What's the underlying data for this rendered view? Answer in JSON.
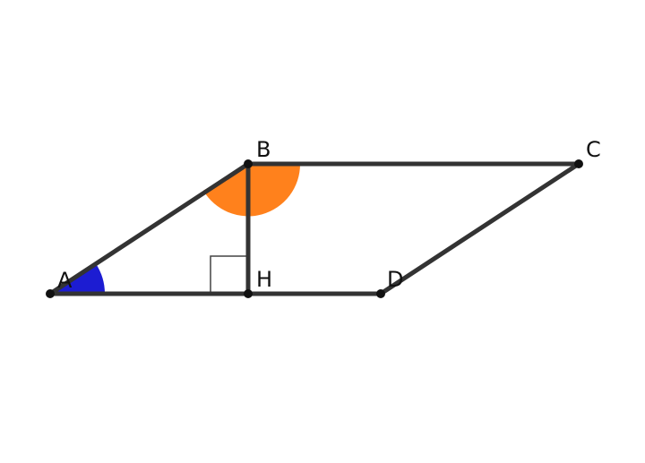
{
  "figure": {
    "points": [
      {
        "id": "A",
        "label": "A"
      },
      {
        "id": "B",
        "label": "B"
      },
      {
        "id": "C",
        "label": "C"
      },
      {
        "id": "D",
        "label": "D"
      },
      {
        "id": "H",
        "label": "H"
      }
    ],
    "segments": [
      "AB",
      "BC",
      "CD",
      "AD",
      "BH"
    ],
    "angle_markers": [
      {
        "at": "A",
        "color": "#1010d0"
      },
      {
        "at": "B",
        "color": "#ff7a10"
      }
    ],
    "right_angle_at": "H",
    "colors": {
      "line": "#333333",
      "point": "#111111",
      "angle_A": "#1010d0",
      "angle_B": "#ff7a10",
      "right_angle_mark": "#444444"
    }
  }
}
